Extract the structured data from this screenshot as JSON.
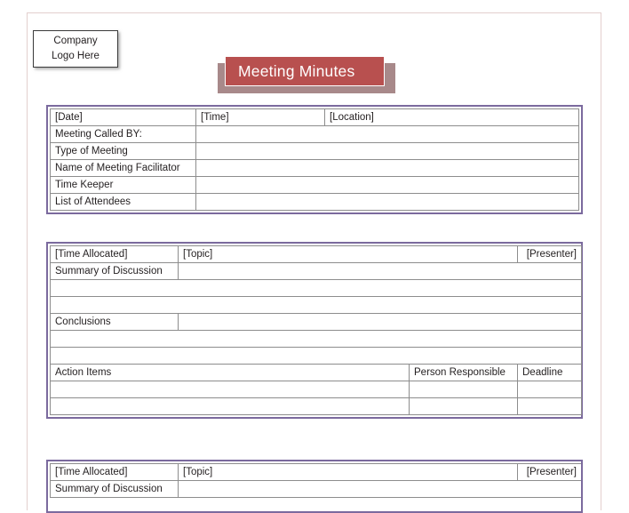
{
  "document": {
    "title": "Meeting Minutes",
    "logo": {
      "line1": "Company",
      "line2": "Logo Here"
    }
  },
  "colors": {
    "banner_red": "#b8504f",
    "banner_shadow": "#a8898a",
    "table_border_purple": "#7b6a9e",
    "label_pink": "#e8c2c2",
    "page_border": "#e3cfce",
    "text": "#231f20"
  },
  "section1": {
    "header": {
      "date": "[Date]",
      "time": "[Time]",
      "location": "[Location]"
    },
    "rows": [
      {
        "label": "Meeting Called BY:",
        "value": ""
      },
      {
        "label": "Type of Meeting",
        "value": ""
      },
      {
        "label": "Name of Meeting Facilitator",
        "value": ""
      },
      {
        "label": "Time Keeper",
        "value": ""
      },
      {
        "label": "List of Attendees",
        "value": ""
      }
    ]
  },
  "section2": {
    "header": {
      "time_allocated": "[Time Allocated]",
      "topic": "[Topic]",
      "presenter": "[Presenter]"
    },
    "summary_label": "Summary of Discussion",
    "summary_value": "",
    "summary_blank_rows": [
      "",
      ""
    ],
    "conclusions_label": "Conclusions",
    "conclusions_value": "",
    "conclusions_blank_rows": [
      "",
      ""
    ],
    "action_items": {
      "label": "Action Items",
      "person_responsible": "Person Responsible",
      "deadline": "Deadline",
      "rows": [
        {
          "item": "",
          "person": "",
          "deadline": ""
        },
        {
          "item": "",
          "person": "",
          "deadline": ""
        }
      ]
    }
  },
  "section3": {
    "header": {
      "time_allocated": "[Time Allocated]",
      "topic": "[Topic]",
      "presenter": "[Presenter]"
    },
    "summary_label": "Summary of Discussion",
    "summary_value": ""
  }
}
